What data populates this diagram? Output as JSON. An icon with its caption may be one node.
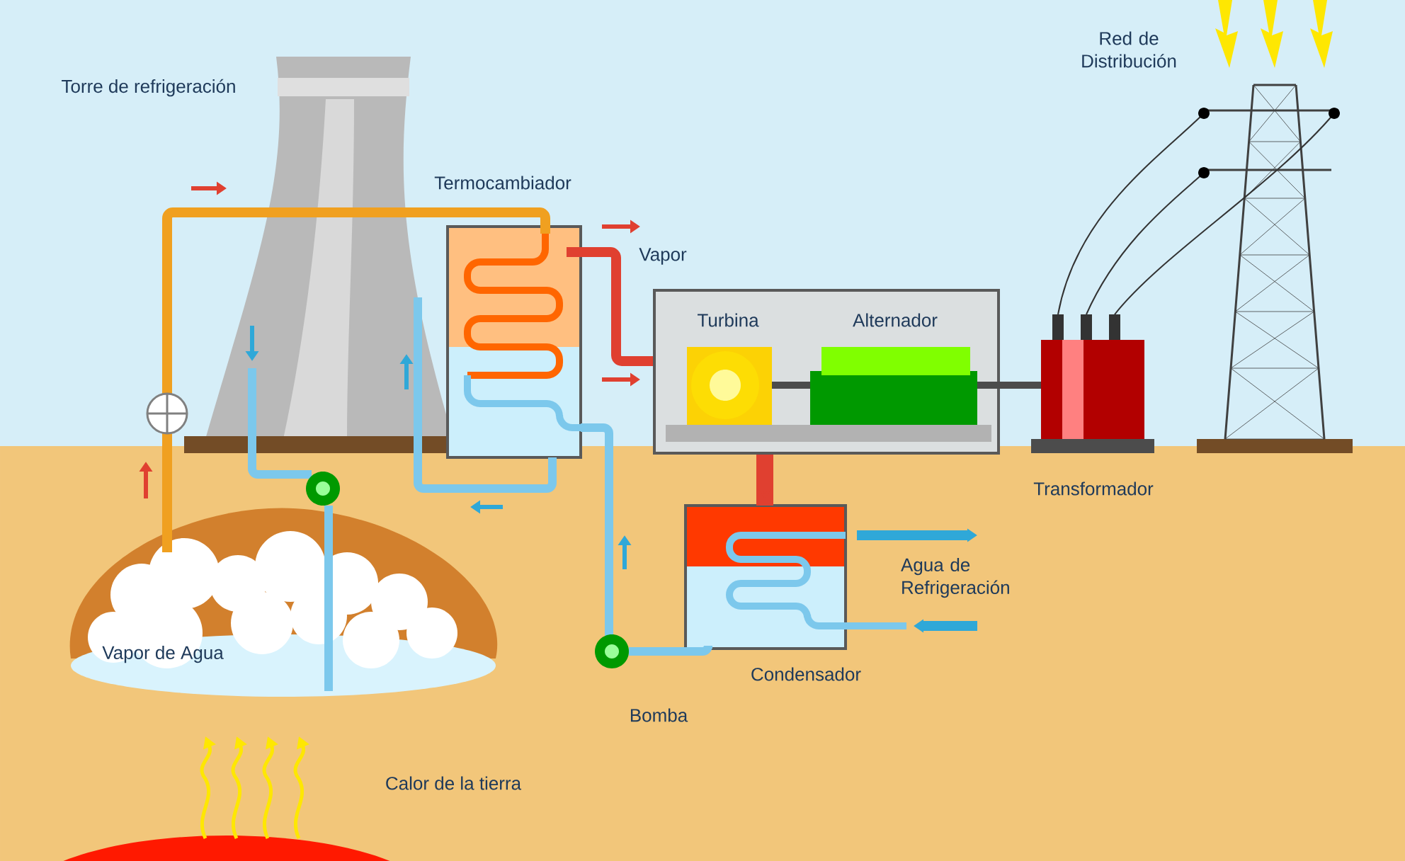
{
  "diagram": {
    "labels": [
      "Torre de refrigeración",
      "Termocambiador",
      "Vapor",
      "Turbina",
      "Alternador",
      "Red de Distribución",
      "Transformador",
      "Agua de Refrigeración",
      "Condensador",
      "Vapor de Agua",
      "Bomba",
      "Calor de la tierra"
    ]
  }
}
